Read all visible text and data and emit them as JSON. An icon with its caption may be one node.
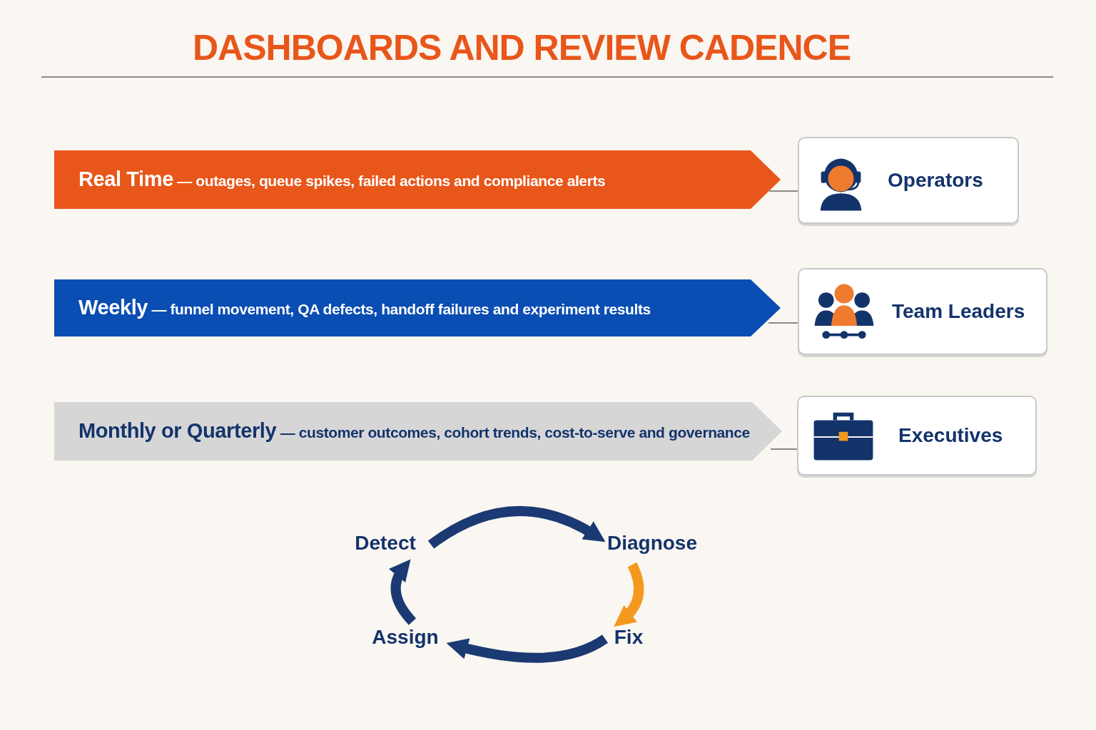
{
  "diagram": {
    "title": "DASHBOARDS AND REVIEW CADENCE",
    "nodes": [
      {
        "text": [
          "**Real Time** — outages, queue spikes, failed actions and compliance alerts"
        ]
      },
      {
        "text": [
          "Operators"
        ]
      },
      {
        "text": [
          "**Weekly** — funnel movement, QA defects, handoff failures and experiment results"
        ]
      },
      {
        "text": [
          "Team Leaders"
        ]
      },
      {
        "text": [
          "**Monthly or Quarterly** — customer outcomes, cohort trends, cost-to-serve and governance"
        ]
      },
      {
        "text": [
          "Executives"
        ]
      },
      {
        "text": [
          "Detect"
        ]
      },
      {
        "text": [
          "Diagnose"
        ]
      },
      {
        "text": [
          "Fix"
        ]
      },
      {
        "text": [
          "Assign"
        ]
      }
    ],
    "edges": [
      {
        "from": 0,
        "to": 1,
        "arrow": "none"
      },
      {
        "from": 2,
        "to": 3,
        "arrow": "none"
      },
      {
        "from": 4,
        "to": 5,
        "arrow": "none"
      },
      {
        "from": 6,
        "to": 7,
        "arrow": "to",
        "color": "#1b3a73"
      },
      {
        "from": 7,
        "to": 8,
        "arrow": "to",
        "color": "#f39a1e"
      },
      {
        "from": 8,
        "to": 9,
        "arrow": "to",
        "color": "#1b3a73"
      },
      {
        "from": 9,
        "to": 6,
        "arrow": "to",
        "color": "#1b3a73"
      }
    ]
  }
}
